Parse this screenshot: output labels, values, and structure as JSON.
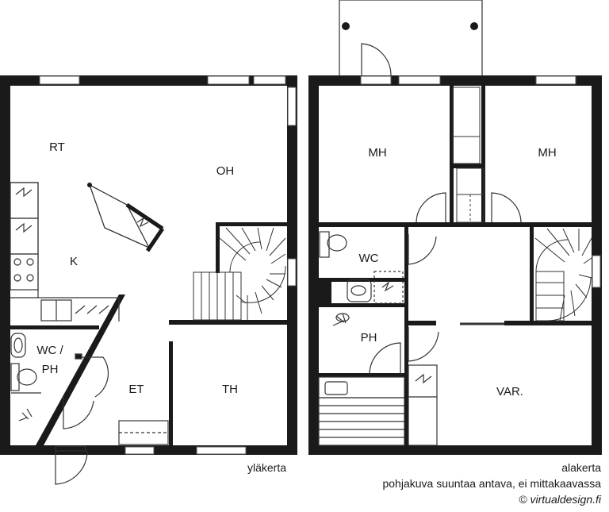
{
  "upper_floor": {
    "rooms": {
      "rt": "RT",
      "oh": "OH",
      "k": "K",
      "wc_ph_line1": "WC /",
      "wc_ph_line2": "PH",
      "et": "ET",
      "th": "TH"
    },
    "caption": "yläkerta"
  },
  "lower_floor": {
    "rooms": {
      "mh_left": "MH",
      "mh_right": "MH",
      "wc": "WC",
      "ph": "PH",
      "var": "VAR."
    },
    "caption": "alakerta"
  },
  "disclaimer": "pohjakuva suuntaa antava, ei mittakaavassa",
  "copyright": "© virtualdesign.fi",
  "colors": {
    "wall": "#1a1a1a",
    "line": "#333333",
    "window": "#bdbdbd"
  }
}
